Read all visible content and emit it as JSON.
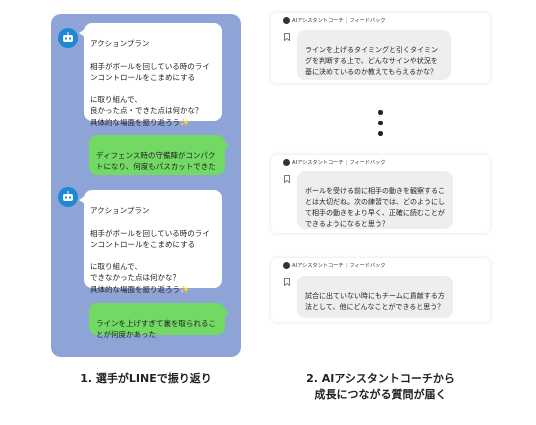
{
  "left_panel": {
    "messages": [
      {
        "from": "bot",
        "text": "アクションプラン\n\n相手がボールを回している時のラインコントロールをこまめにする\n\nに取り組んで、\n良かった点・できた点は何かな？\n具体的な場面を振り返ろう",
        "sparkle": "✨"
      },
      {
        "from": "user",
        "text": "ディフェンス時の守備陣がコンパクトになり、何度もパスカットできた"
      },
      {
        "from": "bot",
        "text": "アクションプラン\n\n相手がボールを回している時のラインコントロールをこまめにする\n\nに取り組んで、\nできなかった点は何かな？\n具体的な場面を振り返ろう",
        "sparkle": "✨"
      },
      {
        "from": "user",
        "text": "ラインを上げすぎて裏を取られることが何度かあった"
      }
    ]
  },
  "right_panel": {
    "cards": [
      {
        "sender": "AIアシスタントコーチ",
        "tag": "フィードバック",
        "text": "ラインを上げるタイミングと引くタイミングを判断する上で、どんなサインや状況を基に決めているのか教えてもらえるかな？"
      },
      {
        "sender": "AIアシスタントコーチ",
        "tag": "フィードバック",
        "text": "ボールを受ける前に相手の動きを観察することは大切だね。次の練習では、どのようにして相手の動きをより早く、正確に読むことができるようになると思う？"
      },
      {
        "sender": "AIアシスタントコーチ",
        "tag": "フィードバック",
        "text": "試合に出ていない時にもチームに貢献する方法として、他にどんなことができると思う？"
      }
    ]
  },
  "captions": {
    "left": "1. 選手がLINEで振り返り",
    "right_line1": "2. AIアシスタントコーチから",
    "right_line2": "成長につながる質問が届く"
  },
  "colors": {
    "panel_bg": "#8fa4d6",
    "bot_icon": "#1e88d6",
    "user_bubble": "#72d965",
    "card_bubble": "#eeeeee"
  }
}
